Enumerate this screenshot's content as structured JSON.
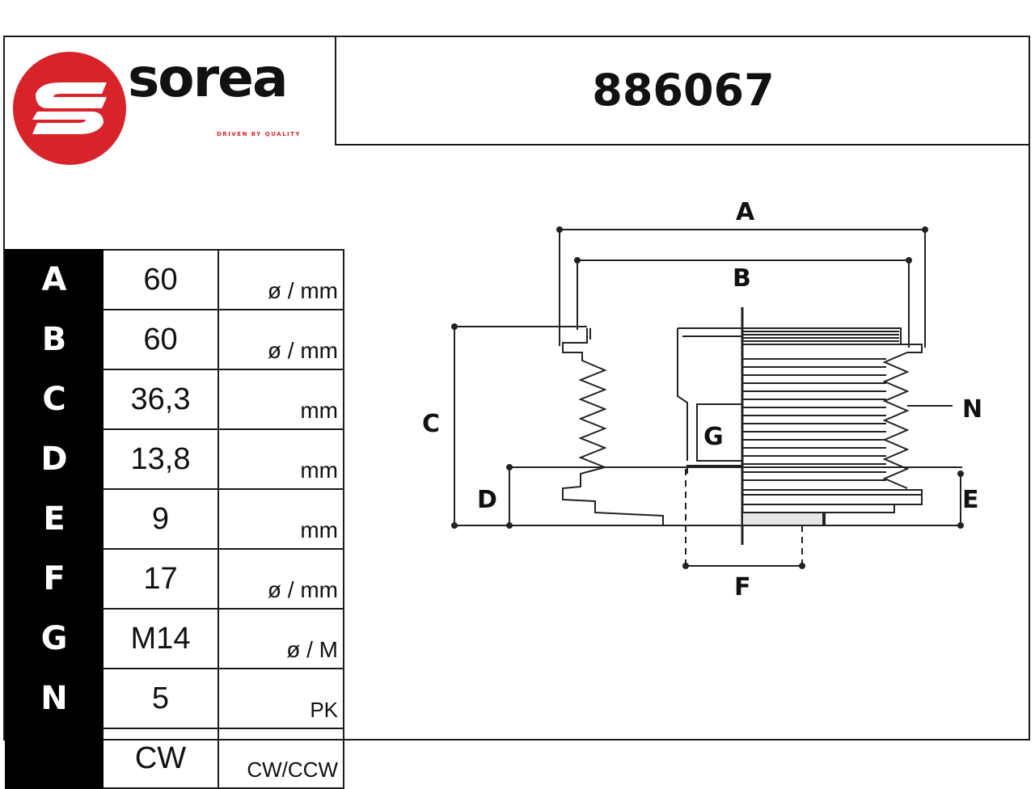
{
  "brand": {
    "name": "sorea",
    "tagline": "DRIVEN BY QUALITY",
    "logo_icon": "sorea-s-emblem",
    "brand_color": "#d8232a"
  },
  "part_number": "886067",
  "specs": [
    {
      "key": "A",
      "value": "60",
      "unit": "ø / mm"
    },
    {
      "key": "B",
      "value": "60",
      "unit": "ø / mm"
    },
    {
      "key": "C",
      "value": "36,3",
      "unit": "mm"
    },
    {
      "key": "D",
      "value": "13,8",
      "unit": "mm"
    },
    {
      "key": "E",
      "value": "9",
      "unit": "mm"
    },
    {
      "key": "F",
      "value": "17",
      "unit": "ø / mm"
    },
    {
      "key": "G",
      "value": "M14",
      "unit": "ø / M"
    },
    {
      "key": "N",
      "value": "5",
      "unit": "PK"
    },
    {
      "key": "",
      "value": "CW",
      "unit": "CW/CCW"
    }
  ],
  "drawing": {
    "labels": {
      "A": "A",
      "B": "B",
      "C": "C",
      "D": "D",
      "E": "E",
      "F": "F",
      "G": "G",
      "N": "N"
    }
  }
}
